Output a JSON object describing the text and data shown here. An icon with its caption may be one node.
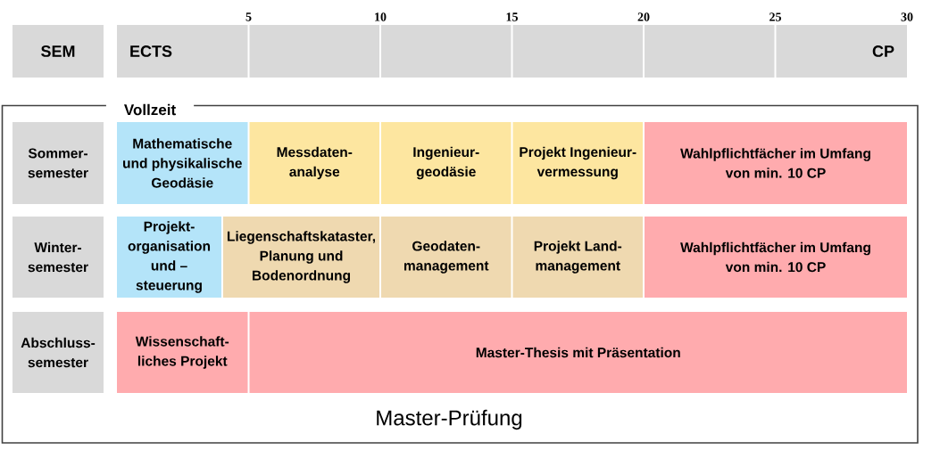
{
  "diagram": {
    "nodes": [
      {
        "text": [
          "SEM"
        ]
      },
      {
        "text": [
          "ECTS"
        ]
      },
      {
        "text": [],
        "shape": "box"
      },
      {
        "text": [],
        "shape": "box"
      },
      {
        "text": [],
        "shape": "box"
      },
      {
        "text": [],
        "shape": "box"
      },
      {
        "text": [
          "CP"
        ]
      },
      {
        "text": [
          "Vollzeit",
          "Master-Prüfung"
        ]
      },
      {
        "text": [
          "Sommer- semester"
        ],
        "in": 7
      },
      {
        "text": [
          "Mathematische und physikalische Geodäsie"
        ],
        "in": 7
      },
      {
        "text": [
          "Messdaten- analyse"
        ],
        "in": 7
      },
      {
        "text": [
          "Ingenieur- geodäsie"
        ],
        "in": 7
      },
      {
        "text": [
          "Projekt Ingenieur- vermessung"
        ],
        "in": 7
      },
      {
        "text": [
          "Wahlpflichtfächer im Umfang von min. 10 CP"
        ],
        "in": 7
      },
      {
        "text": [
          "Winter- semester"
        ],
        "in": 7
      },
      {
        "text": [
          "Projekt- organisation und – steuerung"
        ],
        "in": 7
      },
      {
        "text": [
          "Liegenschaftskataster, Planung und Bodenordnung"
        ],
        "in": 7
      },
      {
        "text": [
          "Geodaten- management"
        ],
        "in": 7
      },
      {
        "text": [
          "Projekt Land- management"
        ],
        "in": 7
      },
      {
        "text": [
          "Wahlpflichtfächer im Umfang von min. 10 CP"
        ],
        "in": 7
      },
      {
        "text": [
          "Abschluss- semester"
        ],
        "in": 7
      },
      {
        "text": [
          "Wissenschaft- liches Projekt"
        ],
        "in": 7
      },
      {
        "text": [
          "Master-Thesis mit Präsentation"
        ],
        "in": 7
      }
    ],
    "labels": [
      "5",
      "10",
      "15",
      "20",
      "25",
      "30"
    ]
  }
}
